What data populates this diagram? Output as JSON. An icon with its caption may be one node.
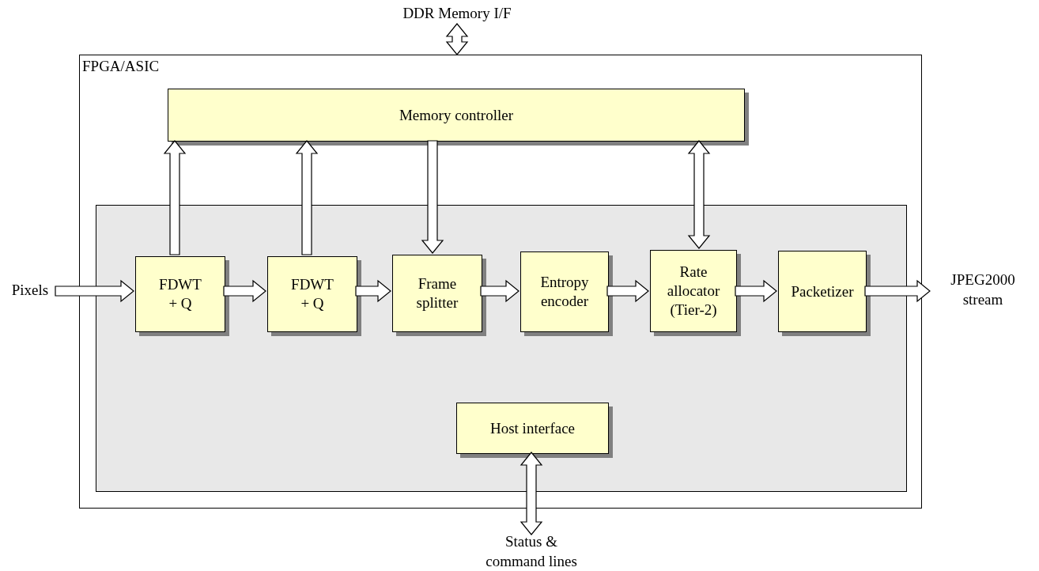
{
  "diagram": {
    "nodes": [
      {
        "text": [
          "FPGA/ASIC"
        ]
      },
      {
        "text": [
          "Memory controller"
        ],
        "in": 0
      },
      {
        "text": [],
        "shape": "box",
        "in": 0
      },
      {
        "text": [
          "FDWT + Q"
        ],
        "in": 2
      },
      {
        "text": [
          "FDWT + Q"
        ],
        "in": 2
      },
      {
        "text": [
          "Frame splitter"
        ],
        "in": 2
      },
      {
        "text": [
          "Entropy encoder"
        ],
        "in": 2
      },
      {
        "text": [
          "Rate allocator (Tier-2)"
        ],
        "in": 2
      },
      {
        "text": [
          "Packetizer"
        ],
        "in": 2
      },
      {
        "text": [
          "Host interface"
        ],
        "in": 2
      },
      {
        "text": [
          "DDR Memory I/F"
        ]
      },
      {
        "text": [
          "Pixels"
        ]
      },
      {
        "text": [
          "JPEG2000 stream"
        ]
      },
      {
        "text": [
          "Status & command lines"
        ]
      }
    ],
    "edges": [
      {
        "from": 10,
        "to": 0,
        "arrow": "both"
      },
      {
        "from": 11,
        "to": 3,
        "arrow": "to"
      },
      {
        "from": 3,
        "to": 1,
        "arrow": "to"
      },
      {
        "from": 4,
        "to": 1,
        "arrow": "to"
      },
      {
        "from": 1,
        "to": 5,
        "arrow": "to"
      },
      {
        "from": 1,
        "to": 7,
        "arrow": "both"
      },
      {
        "from": 3,
        "to": 4,
        "arrow": "to"
      },
      {
        "from": 4,
        "to": 5,
        "arrow": "to"
      },
      {
        "from": 5,
        "to": 6,
        "arrow": "to"
      },
      {
        "from": 6,
        "to": 7,
        "arrow": "to"
      },
      {
        "from": 7,
        "to": 8,
        "arrow": "to"
      },
      {
        "from": 8,
        "to": 12,
        "arrow": "to"
      },
      {
        "from": 9,
        "to": 13,
        "arrow": "both"
      }
    ]
  }
}
